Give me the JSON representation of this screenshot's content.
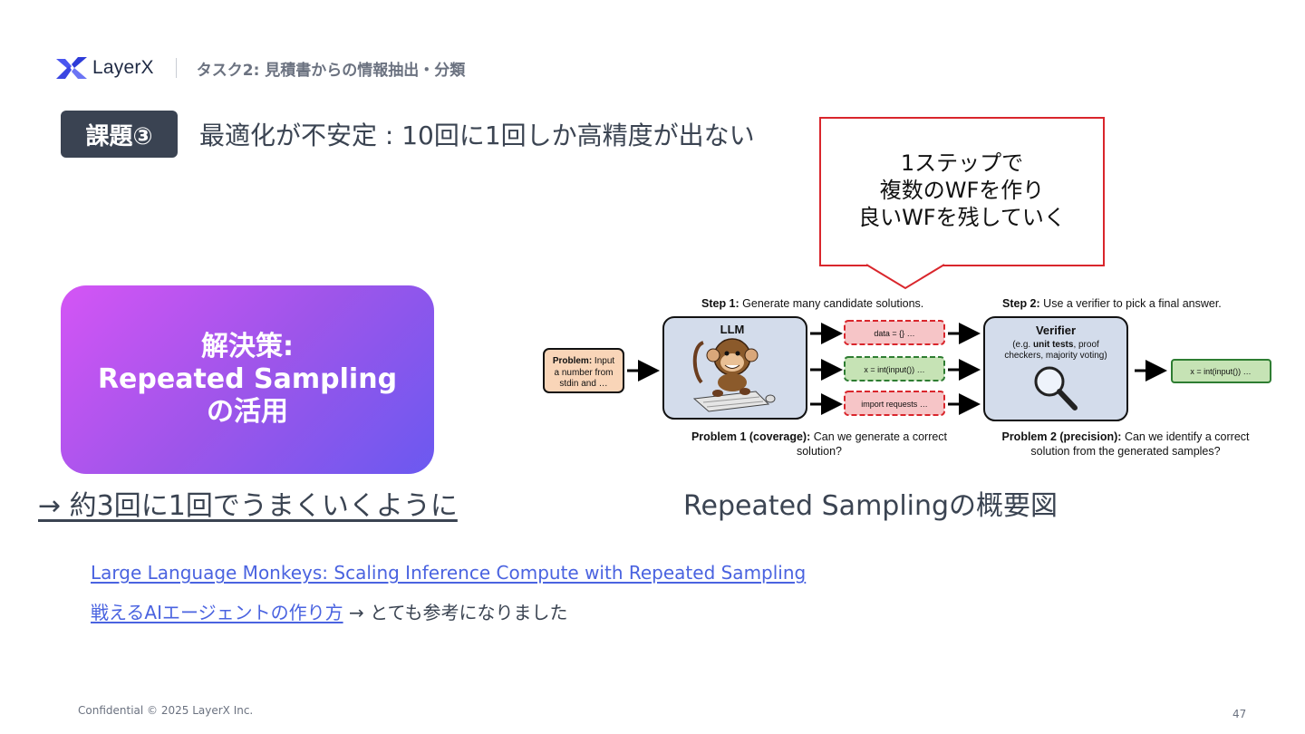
{
  "header": {
    "brand": "LayerX",
    "task_title": "タスク2: 見積書からの情報抽出・分類"
  },
  "issue": {
    "badge": "課題③",
    "title": "最適化が不安定 : 10回に1回しか高精度が出ない"
  },
  "callout": {
    "lines": [
      "1ステップで",
      "複数のWFを作り",
      "良いWFを残していく"
    ],
    "border_color": "#d9262c"
  },
  "solution": {
    "lines": [
      "解決策:",
      "Repeated Sampling",
      "の活用"
    ],
    "gradient": [
      "#d455f5",
      "#6b59f0"
    ]
  },
  "result_text": "→ 約3回に1回でうまくいくように",
  "diagram": {
    "step1_bold": "Step 1:",
    "step1_text": " Generate many candidate solutions.",
    "step2_bold": "Step 2:",
    "step2_text": " Use a verifier to pick a final answer.",
    "problem_bold": "Problem:",
    "problem_l1": " Input",
    "problem_l2": "a number from",
    "problem_l3": "stdin and …",
    "llm_label": "LLM",
    "samples": [
      "data = {} …",
      "x = int(input()) …",
      "import requests …"
    ],
    "verifier_title": "Verifier",
    "verifier_l1a": "(e.g. ",
    "verifier_l1b": "unit tests",
    "verifier_l1c": ", proof",
    "verifier_l2": "checkers, majority voting)",
    "final_answer": "x = int(input()) …",
    "p1_bold": "Problem 1 (coverage):",
    "p1_text": " Can we generate a correct",
    "p1_line2": "solution?",
    "p2_bold": "Problem 2 (precision):",
    "p2_text": " Can we identify a correct",
    "p2_line2": "solution from the generated samples?",
    "colors": {
      "red_fill": "#f6c5c7",
      "red_border": "#d9262c",
      "green_fill": "#c6e3b5",
      "green_border": "#2e7d32",
      "box_fill": "#d3dceb",
      "problem_fill": "#f9d5b8"
    }
  },
  "diagram_caption": "Repeated Samplingの概要図",
  "references": {
    "link1": "Large Language Monkeys: Scaling Inference Compute with Repeated Sampling",
    "link2": "戦えるAIエージェントの作り方",
    "link2_suffix": " → とても参考になりました"
  },
  "footer": {
    "confidential": "Confidential © 2025 LayerX Inc.",
    "page_number": "47"
  }
}
